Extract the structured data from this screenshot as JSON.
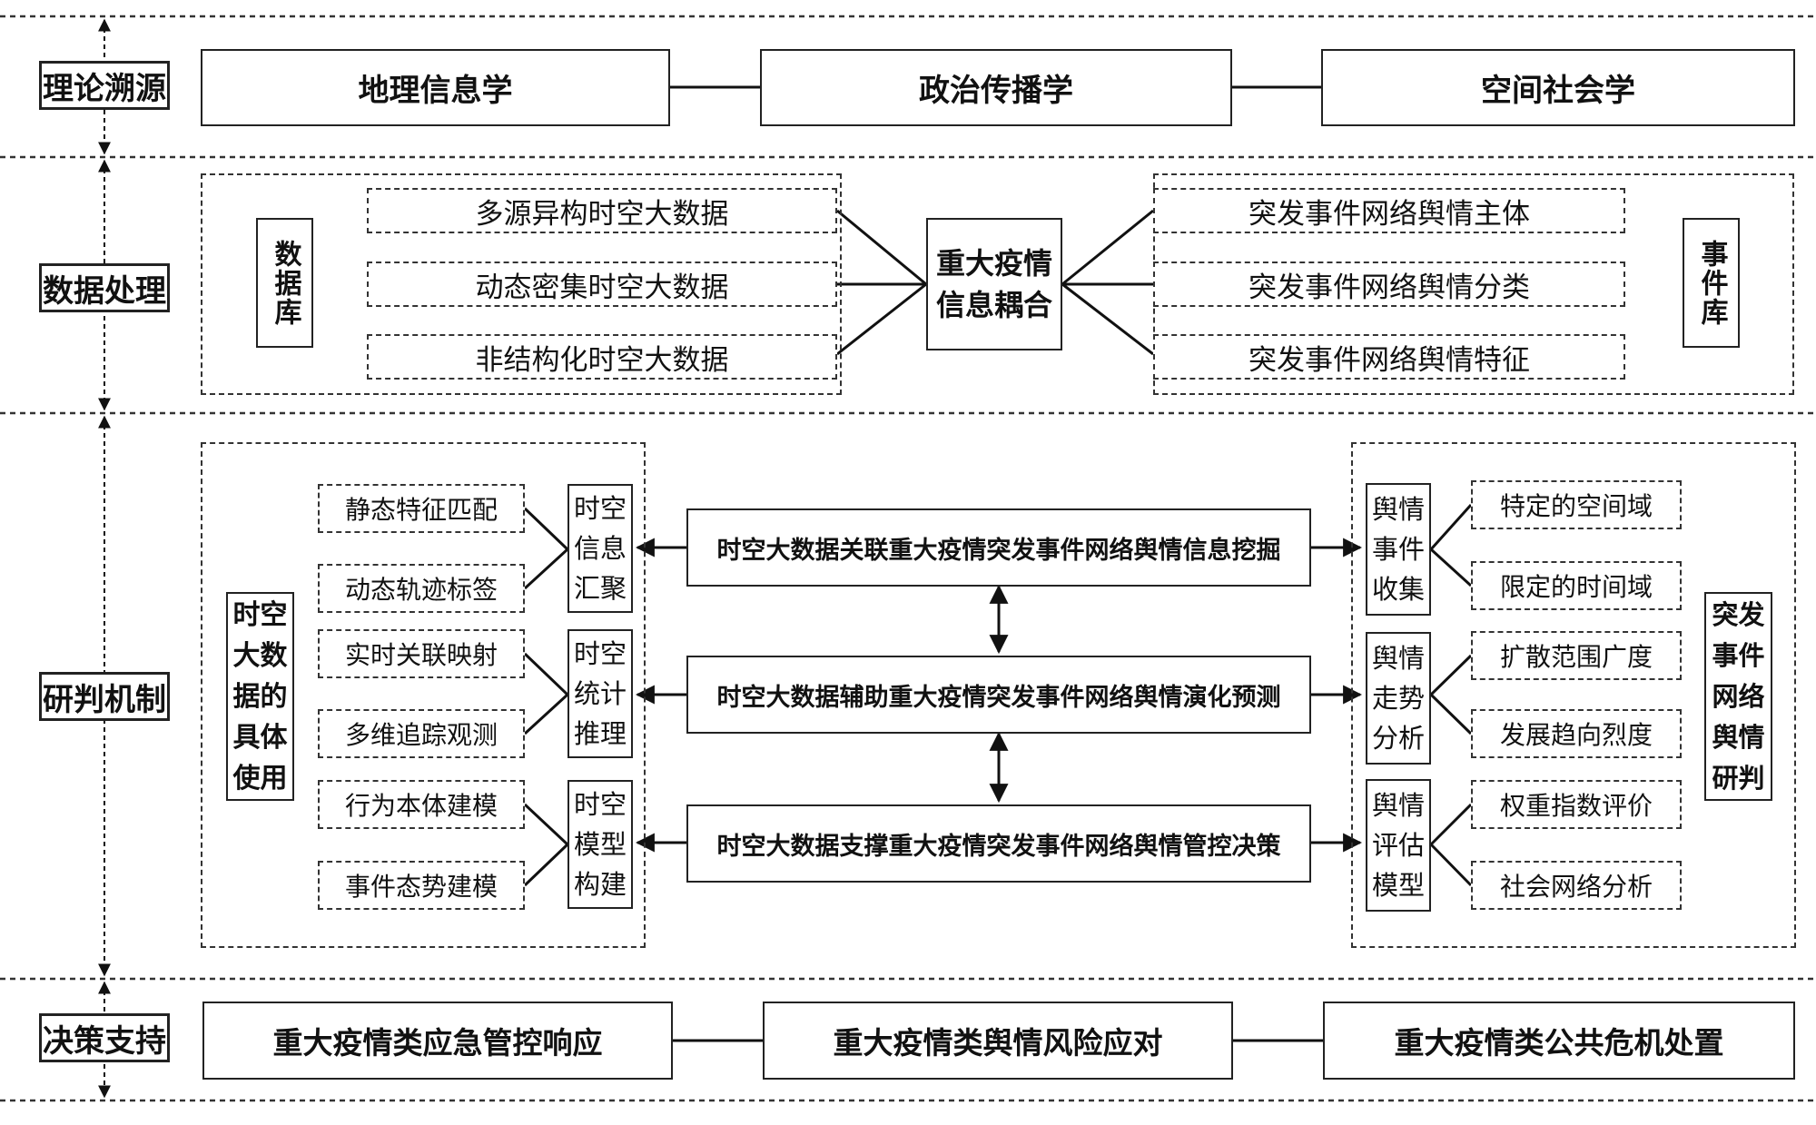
{
  "rows": {
    "theory": "理论溯源",
    "data": "数据处理",
    "mechanism": "研判机制",
    "decision": "决策支持"
  },
  "theory": [
    "地理信息学",
    "政治传播学",
    "空间社会学"
  ],
  "data_processing": {
    "database_label": "数据库",
    "sources": [
      "多源异构时空大数据",
      "动态密集时空大数据",
      "非结构化时空大数据"
    ],
    "core": "重大疫情信息耦合",
    "events": [
      "突发事件网络舆情主体",
      "突发事件网络舆情分类",
      "突发事件网络舆情特征"
    ],
    "eventlib_label": "事件库"
  },
  "mechanism": {
    "left_title": "时空大数据的具体使用",
    "left_groups": [
      {
        "label": "时空信息汇聚",
        "items": [
          "静态特征匹配",
          "动态轨迹标签"
        ]
      },
      {
        "label": "时空统计推理",
        "items": [
          "实时关联映射",
          "多维追踪观测"
        ]
      },
      {
        "label": "时空模型构建",
        "items": [
          "行为本体建模",
          "事件态势建模"
        ]
      }
    ],
    "center": [
      "时空大数据关联重大疫情突发事件网络舆情信息挖掘",
      "时空大数据辅助重大疫情突发事件网络舆情演化预测",
      "时空大数据支撑重大疫情突发事件网络舆情管控决策"
    ],
    "right_groups": [
      {
        "label": "舆情事件收集",
        "items": [
          "特定的空间域",
          "限定的时间域"
        ]
      },
      {
        "label": "舆情走势分析",
        "items": [
          "扩散范围广度",
          "发展趋向烈度"
        ]
      },
      {
        "label": "舆情评估模型",
        "items": [
          "权重指数评价",
          "社会网络分析"
        ]
      }
    ],
    "right_title": "突发事件网络舆情研判"
  },
  "decision": [
    "重大疫情类应急管控响应",
    "重大疫情类舆情风险应对",
    "重大疫情类公共危机处置"
  ]
}
